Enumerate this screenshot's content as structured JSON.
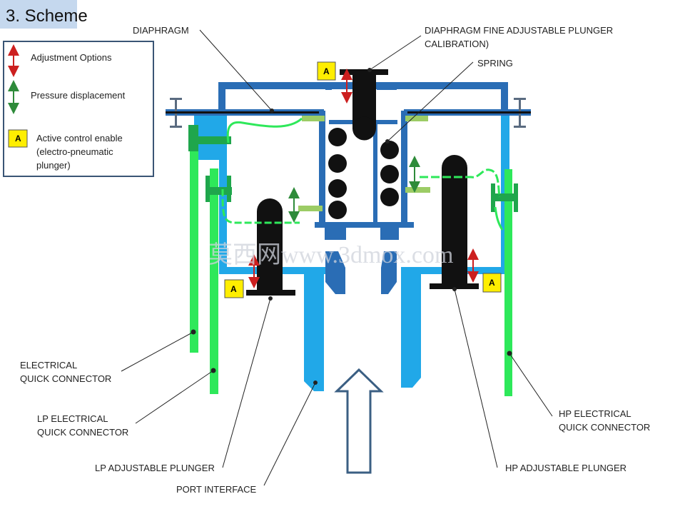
{
  "title": "3. Scheme",
  "legend": {
    "adjustment": "Adjustment Options",
    "pressure": "Pressure displacement",
    "badge": "A",
    "active_line1": "Active control enable",
    "active_line2": "(electro-pneumatic",
    "active_line3": "plunger)"
  },
  "labels": {
    "diaphragm": "DIAPHRAGM",
    "fine_line1": "DIAPHRAGM FINE ADJUSTABLE PLUNGER",
    "fine_line2": "CALIBRATION)",
    "spring": "SPRING",
    "elec_line1": "ELECTRICAL",
    "elec_line2": "QUICK CONNECTOR",
    "lp_elec_line1": "LP ELECTRICAL",
    "lp_elec_line2": "QUICK CONNECTOR",
    "lp_plunger": "LP ADJUSTABLE PLUNGER",
    "port": "PORT INTERFACE",
    "hp_plunger": "HP ADJUSTABLE PLUNGER",
    "hp_elec_line1": "HP ELECTRICAL",
    "hp_elec_line2": "QUICK CONNECTOR"
  },
  "badge_label": "A",
  "watermark": "莫西网www.3dmox.com",
  "colors": {
    "dark_blue": "#2a6db5",
    "light_blue": "#21a8e8",
    "green": "#2ee85a",
    "light_green": "#9ccc65",
    "black": "#111111",
    "red_arrow": "#cc1f1f",
    "green_arrow": "#2e8b3a",
    "badge_fill": "#ffee00",
    "title_bg": "#c5d8ee",
    "legend_border": "#3a5575"
  }
}
